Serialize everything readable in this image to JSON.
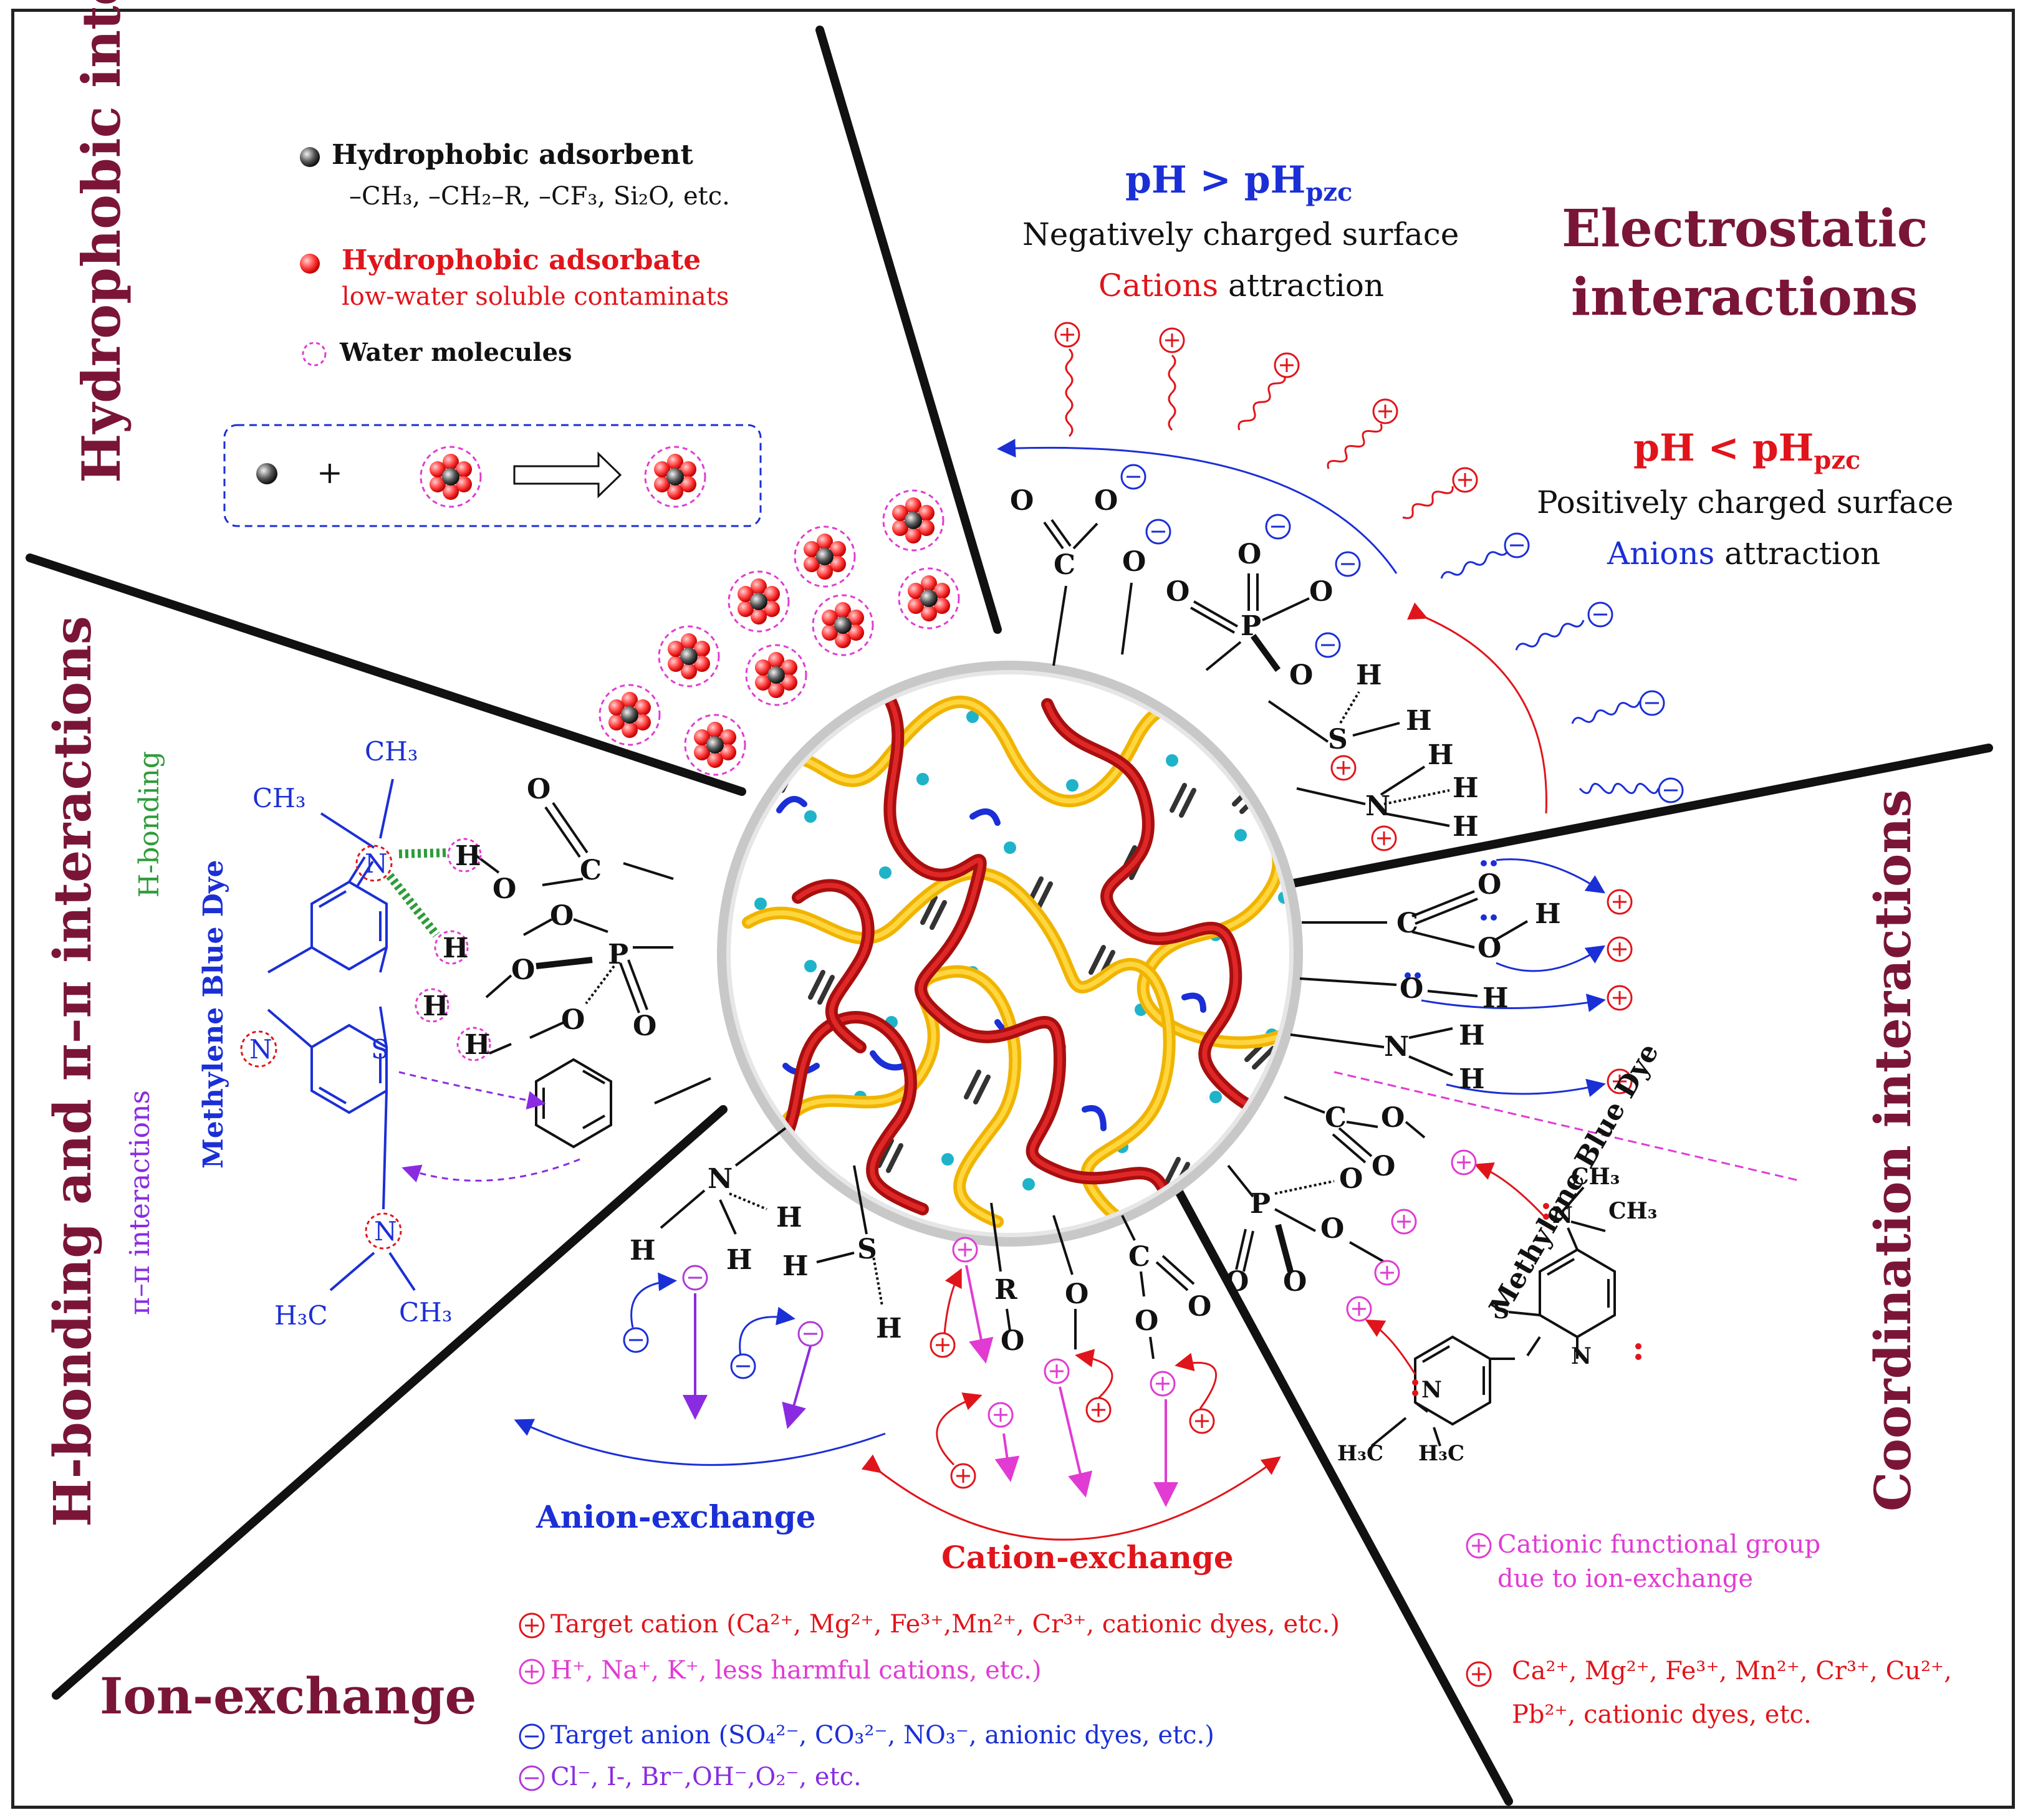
{
  "sections": {
    "hydrophobic": "Hydrophobic interactions",
    "electrostatic_line1": "Electrostatic",
    "electrostatic_line2": "interactions",
    "hbond": "H-bonding and π–π interactions",
    "coordination": "Coordination interactions",
    "ion_exchange": "Ion-exchange"
  },
  "hydrophobic_legend": {
    "adsorbent": "Hydrophobic adsorbent",
    "adsorbent_examples": "–CH₃, –CH₂–R, –CF₃, Si₂O, etc.",
    "adsorbate": "Hydrophobic adsorbate",
    "adsorbate_desc": "low-water soluble contaminats",
    "water": "Water molecules",
    "plus": "+"
  },
  "electrostatic": {
    "high_ph": "pH > pH",
    "pzc": "pzc",
    "neg_surface": "Negatively charged surface",
    "cations_word": "Cations",
    "attraction": " attraction",
    "low_ph": "pH < pH",
    "pos_surface": "Positively charged surface",
    "anions_word": "Anions"
  },
  "hbond": {
    "h_bonding": "H-bonding",
    "pi_interactions": "π–π interactions",
    "dye_name": "Methylene Blue Dye"
  },
  "coordination": {
    "dye_name": "Methylene Blue Dye",
    "cationic_group_line1": "Cationic functional group",
    "cationic_group_line2": "due to ion-exchange",
    "metals_line1": "Ca²⁺, Mg²⁺, Fe³⁺, Mn²⁺, Cr³⁺, Cu²⁺,",
    "metals_line2": "Pb²⁺, cationic dyes, etc."
  },
  "ion_exchange": {
    "anion_exchange": "Anion-exchange",
    "cation_exchange": "Cation-exchange",
    "target_cation": "Target cation (Ca²⁺, Mg²⁺, Fe³⁺,Mn²⁺, Cr³⁺, cationic dyes, etc.)",
    "harmless_cations": "H⁺, Na⁺, K⁺, less harmful cations, etc.)",
    "target_anion": "Target anion (SO₄²⁻, CO₃²⁻, NO₃⁻, anionic dyes, etc.)",
    "harmless_anions": "Cl⁻, I-, Br⁻,OH⁻,O₂⁻, etc."
  },
  "atoms": {
    "C": "C",
    "O": "O",
    "P": "P",
    "H": "H",
    "S": "S",
    "N": "N",
    "R": "R",
    "CH3": "CH₃",
    "H3C": "H₃C"
  },
  "colors": {
    "title": "#7a1538",
    "blue": "#1b2fd6",
    "red": "#e0151b",
    "magenta": "#e13bd3",
    "green": "#2e9c3a",
    "purple": "#8a2be2"
  }
}
